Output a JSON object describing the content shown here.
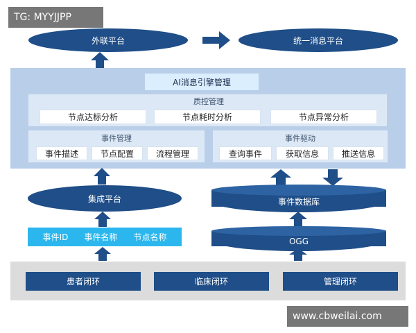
{
  "watermark_top": "TG: MYYJJPP",
  "watermark_bottom": "www.cbweilai.com",
  "top": {
    "left": "外联平台",
    "right": "统一消息平台"
  },
  "engine": {
    "title": "AI消息引擎管理",
    "qc": {
      "title": "质控管理",
      "items": [
        "节点达标分析",
        "节点耗时分析",
        "节点异常分析"
      ]
    },
    "event_mgmt": {
      "title": "事件管理",
      "items": [
        "事件描述",
        "节点配置",
        "流程管理"
      ]
    },
    "event_driver": {
      "title": "事件驱动",
      "items": [
        "查询事件",
        "获取信息",
        "推送信息"
      ]
    }
  },
  "integration": "集成平台",
  "event_db": "事件数据库",
  "fields": [
    "事件ID",
    "事件名称",
    "节点名称"
  ],
  "ogg": "OGG",
  "loops": [
    "患者闭环",
    "临床闭环",
    "管理闭环"
  ],
  "colors": {
    "navy": "#1f4e88",
    "panel": "#b9cfe9",
    "light_panel": "#dce8f5",
    "cyan": "#2bb7ee",
    "gray": "#dcdcdc"
  }
}
